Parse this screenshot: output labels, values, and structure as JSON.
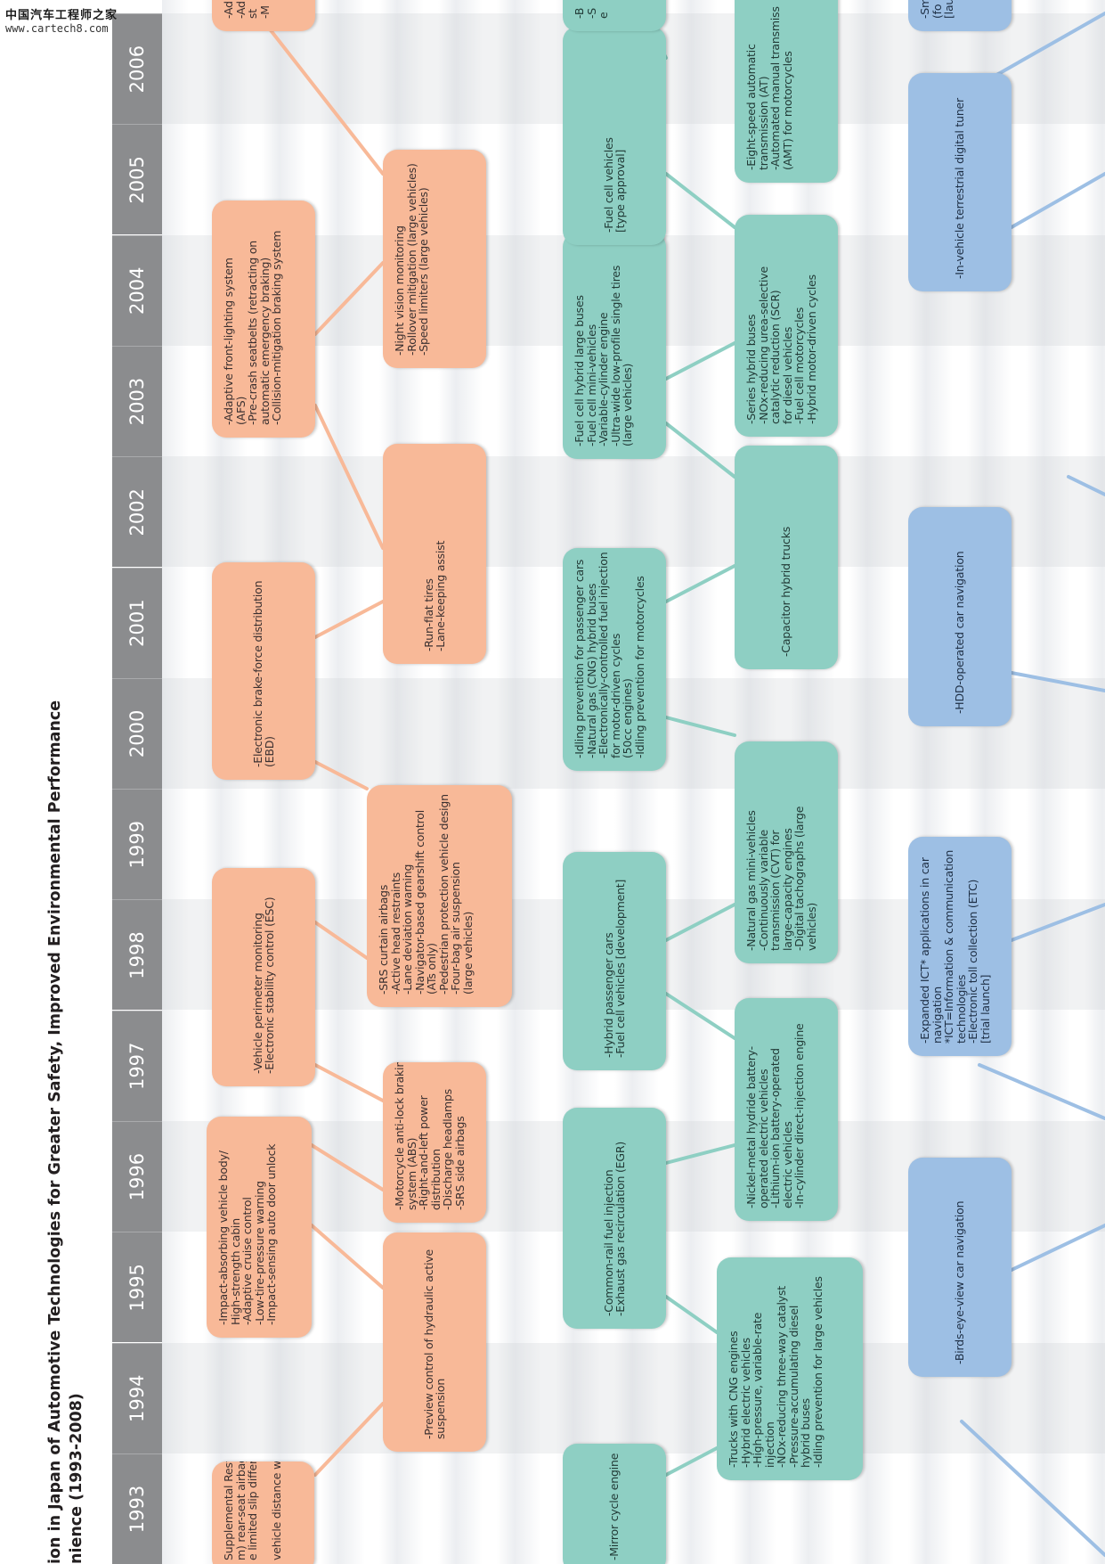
{
  "watermark": {
    "site_name": "中国汽车工程师之家",
    "url": "www.cartech8.com"
  },
  "title": {
    "line1": "ion in Japan of Automotive Technologies for Greater Safety, Improved Environmental Performance",
    "line2": "nience (1993-2008)"
  },
  "years": [
    "1993",
    "1994",
    "1995",
    "1996",
    "1997",
    "1998",
    "1999",
    "2000",
    "2001",
    "2002",
    "2003",
    "2004",
    "2005",
    "2006"
  ],
  "colors": {
    "safety": "#f8b998",
    "environment": "#8ecfc3",
    "information": "#9dbfe4",
    "year_bar": "#8b8c8e"
  },
  "safety": [
    {
      "id": "s93",
      "items": [
        "Supplemental Restraint",
        "m) rear-seat airbags",
        "e limited slip differential",
        "",
        "vehicle distance warning"
      ]
    },
    {
      "id": "s94",
      "items": [
        "-Preview control of hydraulic active",
        " suspension"
      ]
    },
    {
      "id": "s95",
      "items": [
        "-Impact-absorbing vehicle body/",
        " High-strength cabin",
        "-Adaptive cruise control",
        "-Low-tire-pressure warning",
        "-Impact-sensing auto door unlock"
      ]
    },
    {
      "id": "s96",
      "items": [
        "-Motorcycle anti-lock braking",
        " system (ABS)",
        "-Right-and-left power",
        " distribution",
        "-Discharge headlamps",
        "-SRS side airbags"
      ]
    },
    {
      "id": "s97",
      "items": [
        "-Vehicle perimeter monitoring",
        "-Electronic stability control (ESC)"
      ]
    },
    {
      "id": "s98",
      "items": [
        "-SRS curtain airbags",
        "-Active head restraints",
        "-Lane deviation warning",
        "-Navigator-based gearshift control",
        " (ATs only)",
        "-Pedestrian protection vehicle design",
        "-Four-bag air suspension",
        " (large vehicles)"
      ]
    },
    {
      "id": "s00",
      "items": [
        "-Electronic brake-force distribution",
        " (EBD)"
      ]
    },
    {
      "id": "s01",
      "items": [
        "-Run-flat tires",
        "-Lane-keeping assist"
      ]
    },
    {
      "id": "s03",
      "items": [
        "-Adaptive front-lighting system",
        " (AFS)",
        "-Pre-crash seatbelts (retracting on",
        " automatic emergency braking)",
        "-Collision-mitigation braking system"
      ]
    },
    {
      "id": "s04",
      "items": [
        "-Night vision monitoring",
        "-Rollover mitigation (large vehicles)",
        "-Speed limiters (large vehicles)"
      ]
    },
    {
      "id": "s06",
      "items": [
        "-Ad",
        "-Ad",
        " st",
        "-M"
      ]
    }
  ],
  "environment": [
    {
      "id": "e93",
      "items": [
        "-Mirror cycle engine"
      ]
    },
    {
      "id": "e94",
      "items": [
        "-Trucks with CNG engines",
        "-Hybrid electric vehicles",
        "-High-pressure, variable-rate",
        " injection",
        "-NOx-reducing three-way catalyst",
        "-Pressure-accumulating diesel",
        " hybrid buses",
        "-Idling prevention for large vehicles"
      ]
    },
    {
      "id": "e95",
      "items": [
        "-Common-rail fuel injection",
        "-Exhaust gas recirculation (EGR)"
      ]
    },
    {
      "id": "e96",
      "items": [
        "-Nickel-metal hydride battery-",
        " operated electric vehicles",
        "-Lithium-ion battery-operated",
        " electric vehicles",
        "-In-cylinder direct-injection engine"
      ]
    },
    {
      "id": "e97",
      "items": [
        "-Hybrid passenger cars",
        "-Fuel cell vehicles [development]"
      ]
    },
    {
      "id": "e98",
      "items": [
        "-Natural gas mini-vehicles",
        "-Continuously variable",
        " transmission (CVT) for",
        " large-capacity engines",
        "-Digital tachographs (large",
        " vehicles)"
      ]
    },
    {
      "id": "e00",
      "items": [
        "-Idling prevention for passenger cars",
        "-Natural gas (CNG) hybrid buses",
        "-Electronically-controlled fuel injection",
        " for motor-driven cycles",
        " (50cc engines)",
        "-Idling prevention for motorcycles"
      ]
    },
    {
      "id": "e01",
      "items": [
        "-Capacitor hybrid trucks"
      ]
    },
    {
      "id": "e02",
      "items": [
        "-Fuel cell hybrid large buses",
        "-Fuel cell mini-vehicles",
        "-Variable-cylinder engine",
        "-Ultra-wide low-profile single tires",
        " (large vehicles)"
      ]
    },
    {
      "id": "e03",
      "items": [
        "-Series hybrid buses",
        "-NOx-reducing urea-selective",
        " catalytic reduction (SCR)",
        " for diesel vehicles",
        "-Fuel cell motorcycles",
        "-Hybrid motor-driven cycles"
      ]
    },
    {
      "id": "e05",
      "items": [
        "-Fuel cell vehicles",
        " [type approval]"
      ]
    },
    {
      "id": "e06b",
      "items": [
        "-Eight-speed automatic",
        " transmission (AT)",
        "-Automated manual transmiss",
        " (AMT) for motorcycles"
      ]
    },
    {
      "id": "e06a",
      "items": [
        "-B",
        "-S",
        " e"
      ]
    }
  ],
  "information": [
    {
      "id": "i94",
      "items": [
        "-Birds-eye-view car navigation"
      ]
    },
    {
      "id": "i97",
      "items": [
        "-Expanded ICT* applications in car",
        " navigation",
        " *ICT=Information & communication",
        " technologies",
        "-Electronic toll collection (ETC)",
        " [trial launch]"
      ]
    },
    {
      "id": "i00",
      "items": [
        "-HDD-operated car navigation"
      ]
    },
    {
      "id": "i04",
      "items": [
        "-In-vehicle terrestrial digital tuner"
      ]
    },
    {
      "id": "i06",
      "items": [
        "-Sm",
        " (fo",
        " [lau"
      ]
    }
  ]
}
